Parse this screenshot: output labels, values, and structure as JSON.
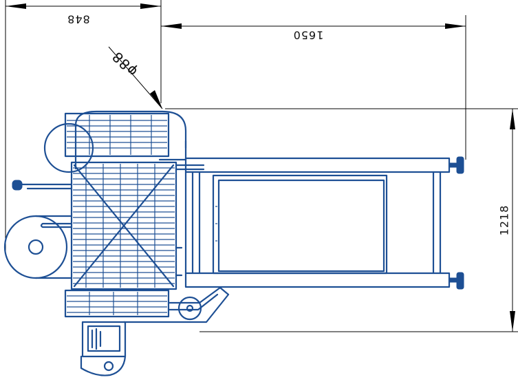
{
  "drawing": {
    "dim_width_label": "848",
    "dim_length_label": "1650",
    "dim_depth_label": "1218",
    "diameter_label": "φ88"
  },
  "colors": {
    "machine_stroke": "#1d4f94",
    "dimension_line": "#000000"
  }
}
